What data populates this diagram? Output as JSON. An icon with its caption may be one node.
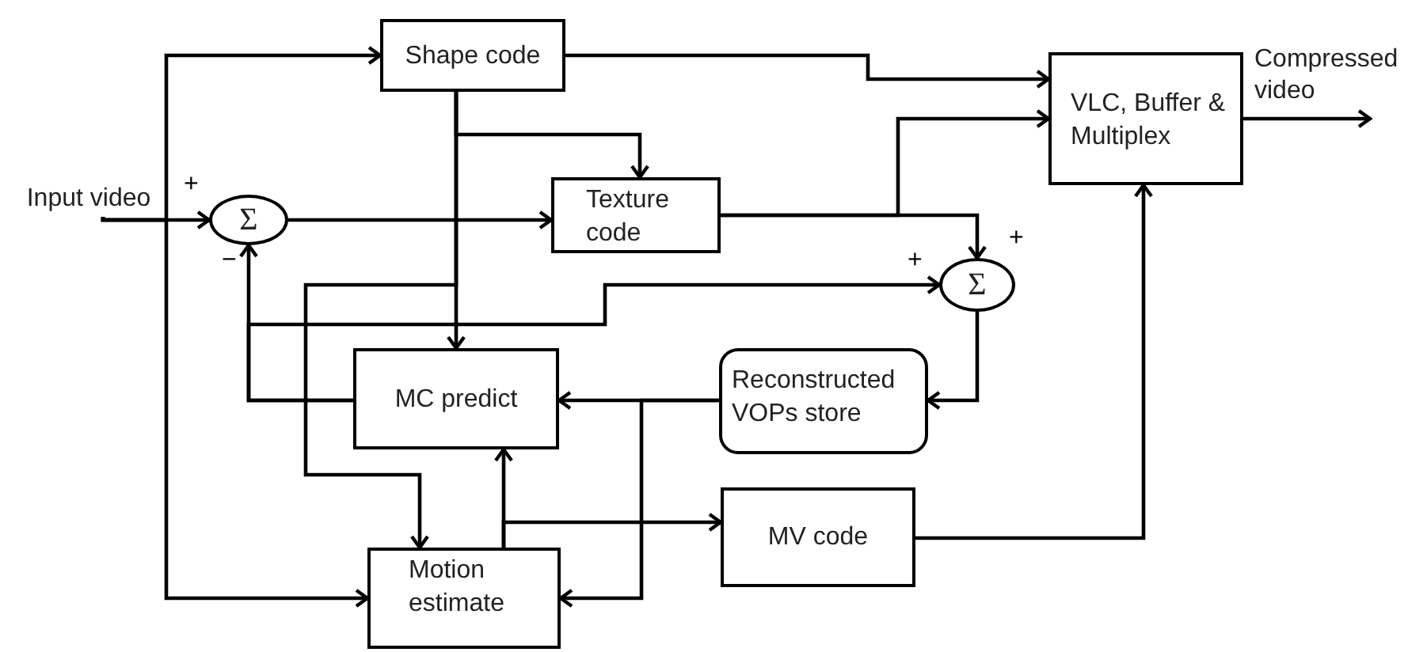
{
  "diagram": {
    "nodes": [
      {
        "text": [
          "Shape code"
        ]
      },
      {
        "text": [
          "VLC, Buffer & Multiplex"
        ]
      },
      {
        "text": [
          "Σ"
        ],
        "beside": [
          "+",
          "−"
        ]
      },
      {
        "text": [
          "Texture code"
        ]
      },
      {
        "text": [
          "Σ"
        ],
        "beside": [
          "+",
          "+"
        ]
      },
      {
        "text": [
          "Reconstructed VOPs store"
        ]
      },
      {
        "text": [
          "MC predict"
        ]
      },
      {
        "text": [
          "MV code"
        ]
      },
      {
        "text": [
          "Motion estimate"
        ]
      },
      {
        "text": [
          "Input video"
        ]
      }
    ],
    "edges": [
      {
        "from": 9,
        "to": 2,
        "arrow": "to"
      },
      {
        "from": 9,
        "to": 0,
        "arrow": "to"
      },
      {
        "from": 9,
        "to": 8,
        "arrow": "to"
      },
      {
        "from": 2,
        "to": 3,
        "arrow": "to"
      },
      {
        "from": 0,
        "to": 1,
        "arrow": "to"
      },
      {
        "from": 0,
        "to": 3,
        "arrow": "to"
      },
      {
        "from": 0,
        "to": 6,
        "arrow": "to"
      },
      {
        "from": 0,
        "to": 8,
        "arrow": "to"
      },
      {
        "from": 3,
        "to": 1,
        "arrow": "to"
      },
      {
        "from": 3,
        "to": 4,
        "arrow": "to"
      },
      {
        "from": 6,
        "to": 2,
        "arrow": "to"
      },
      {
        "from": 6,
        "to": 4,
        "arrow": "to"
      },
      {
        "from": 4,
        "to": 5,
        "arrow": "to"
      },
      {
        "from": 5,
        "to": 6,
        "arrow": "to"
      },
      {
        "from": 5,
        "to": 8,
        "arrow": "to"
      },
      {
        "from": 8,
        "to": 6,
        "arrow": "to"
      },
      {
        "from": 8,
        "to": 7,
        "arrow": "to"
      },
      {
        "from": 7,
        "to": 1,
        "arrow": "to"
      },
      {
        "from": 1,
        "to": null,
        "arrow": "to",
        "label": "Compressed video"
      }
    ]
  }
}
